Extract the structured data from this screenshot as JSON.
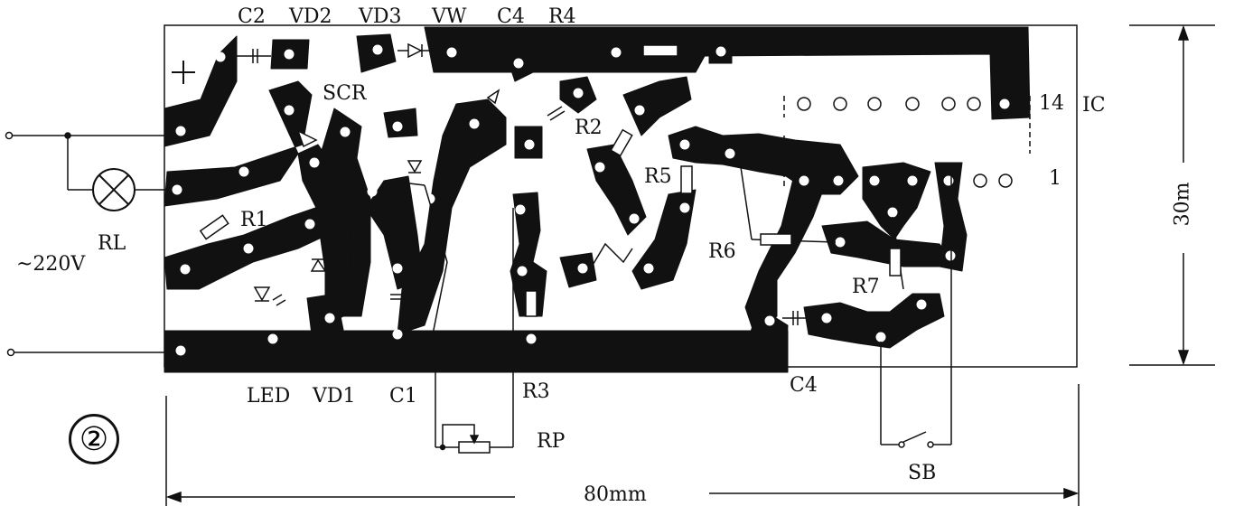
{
  "figure_number": "②",
  "labels": {
    "c2": "C2",
    "vd2": "VD2",
    "vd3": "VD3",
    "vw": "VW",
    "c4_top": "C4",
    "r4": "R4",
    "scr": "SCR",
    "r1": "R1",
    "r2": "R2",
    "r5": "R5",
    "r6": "R6",
    "r7": "R7",
    "ic": "IC",
    "pin14": "14",
    "pin1": "1",
    "led": "LED",
    "vd1": "VD1",
    "c1": "C1",
    "r3": "R3",
    "c4_bottom": "C4",
    "rp": "RP",
    "sb": "SB",
    "rl": "RL",
    "voltage": "~220V",
    "plus": "+"
  },
  "dimensions": {
    "width": "80mm",
    "height": "30m"
  }
}
